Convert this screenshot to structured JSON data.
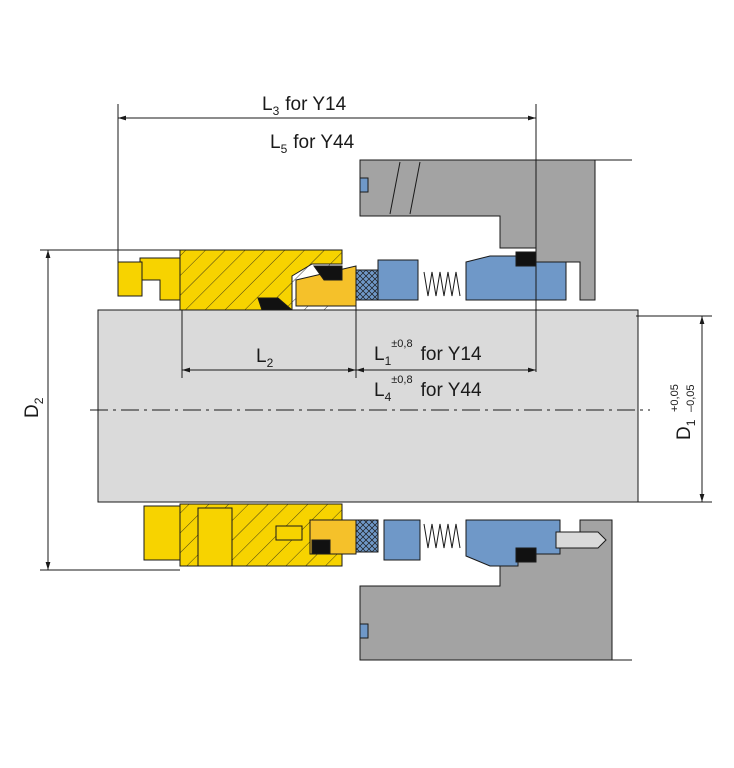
{
  "labels": {
    "l3_symbol": "L",
    "l3_sub": "3",
    "l3_text": "for Y14",
    "l5_symbol": "L",
    "l5_sub": "5",
    "l5_text": "for Y44",
    "l2_symbol": "L",
    "l2_sub": "2",
    "l1_symbol": "L",
    "l1_sub": "1",
    "l1_tol": "±0,8",
    "l1_text": "for Y14",
    "l4_symbol": "L",
    "l4_sub": "4",
    "l4_tol": "±0,8",
    "l4_text": "for Y44",
    "d2_symbol": "D",
    "d2_sub": "2",
    "d1_symbol": "D",
    "d1_sub": "1",
    "d1_tol_upper": "+0,05",
    "d1_tol_lower": "–0,05"
  },
  "colors": {
    "yellow": "#f7d300",
    "orange": "#f5c12a",
    "blue": "#6f98c8",
    "grey": "#a3a3a3",
    "shaft": "#dadada"
  }
}
